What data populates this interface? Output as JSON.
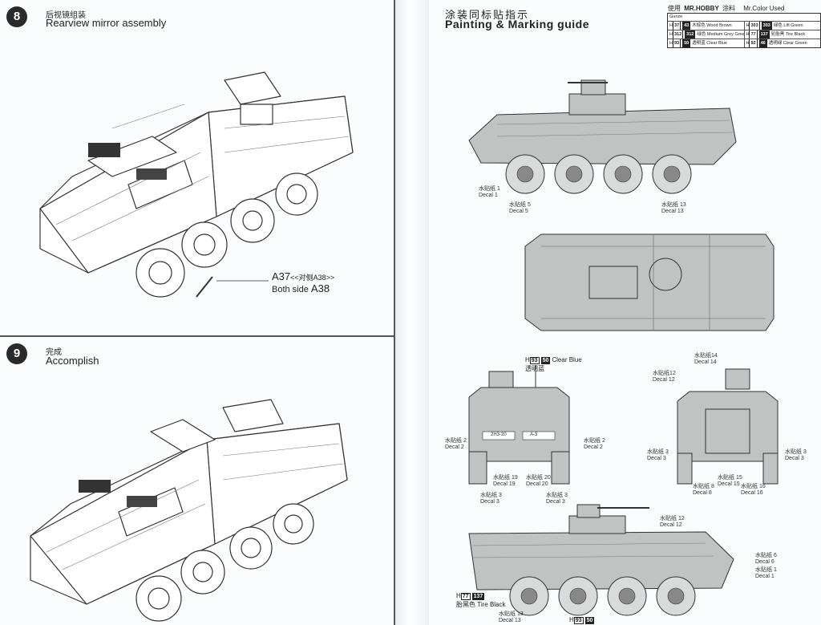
{
  "left": {
    "step8": {
      "number": "8",
      "title_cn": "后视镜组装",
      "title_en": "Rearview mirror assembly",
      "callout_line1_a": "A37",
      "callout_line1_b": "<<对侧A38>>",
      "callout_line2_a": "Both side ",
      "callout_line2_b": "A38"
    },
    "step9": {
      "number": "9",
      "title_cn": "完成",
      "title_en": "Accomplish"
    }
  },
  "right": {
    "heading_cn": "涂装同标贴指示",
    "heading_en": "Painting  &  Marking guide",
    "paint_header": {
      "prefix": "使用",
      "brand": "MR.HOBBY",
      "suffix": "涂料",
      "used": "Mr.Color Used"
    },
    "paint_table": {
      "label": "Gunze",
      "rows": [
        [
          {
            "h": "H",
            "code1": "37",
            "code2": "43",
            "cn": "木棕色",
            "en": "Wood Brown"
          },
          {
            "h": "H",
            "code1": "303",
            "code2": "303",
            "cn": "绿色",
            "en": "Lift Green"
          }
        ],
        [
          {
            "h": "H",
            "code1": "312",
            "code2": "312",
            "cn": "绿色",
            "en": "Medium Grey Green"
          },
          {
            "h": "H",
            "code1": "77",
            "code2": "137",
            "cn": "轮胎黑",
            "en": "Tire Black"
          }
        ],
        [
          {
            "h": "H",
            "code1": "93",
            "code2": "50",
            "cn": "透明蓝",
            "en": "Clear Blue"
          },
          {
            "h": "H",
            "code1": "92",
            "code2": "46",
            "cn": "透明绿",
            "en": "Clear Green"
          }
        ]
      ]
    },
    "decal_labels": [
      {
        "cn": "水贴纸 1",
        "en": "Decal 1"
      },
      {
        "cn": "水贴纸 5",
        "en": "Decal 5"
      },
      {
        "cn": "水贴纸 13",
        "en": "Decal 13"
      },
      {
        "cn": "水贴纸 2",
        "en": "Decal 2"
      },
      {
        "cn": "水贴纸 2",
        "en": "Decal 2"
      },
      {
        "cn": "水贴纸 19",
        "en": "Decal 19"
      },
      {
        "cn": "水贴纸 20",
        "en": "Decal 20"
      },
      {
        "cn": "水贴纸 3",
        "en": "Decal 3"
      },
      {
        "cn": "水贴纸 3",
        "en": "Decal 3"
      },
      {
        "cn": "水贴纸14",
        "en": "Decal 14"
      },
      {
        "cn": "水贴纸12",
        "en": "Decal 12"
      },
      {
        "cn": "水贴纸 3",
        "en": "Decal 3"
      },
      {
        "cn": "水贴纸 3",
        "en": "Decal 3"
      },
      {
        "cn": "水贴纸 15",
        "en": "Decal 15"
      },
      {
        "cn": "水贴纸 8",
        "en": "Decal 8"
      },
      {
        "cn": "水贴纸 16",
        "en": "Decal 16"
      },
      {
        "cn": "水贴纸 12",
        "en": "Decal 12"
      },
      {
        "cn": "水贴纸 6",
        "en": "Decal 6"
      },
      {
        "cn": "水贴纸 1",
        "en": "Decal 1"
      },
      {
        "cn": "水贴纸 13",
        "en": "Decal 13"
      }
    ],
    "tag_clear_blue": {
      "h": "H",
      "code1": "93",
      "code2": "50",
      "cn": "透明蓝",
      "en": "Clear Blue"
    },
    "tag_tire_black": {
      "h": "H",
      "code1": "77",
      "code2": "137",
      "cn": "胎黑色",
      "en": "Tire Black"
    },
    "tag_bottom": {
      "h": "H",
      "code1": "93",
      "code2": "50"
    },
    "front_plates": {
      "left": "2H3-20",
      "right": "A-3"
    }
  }
}
